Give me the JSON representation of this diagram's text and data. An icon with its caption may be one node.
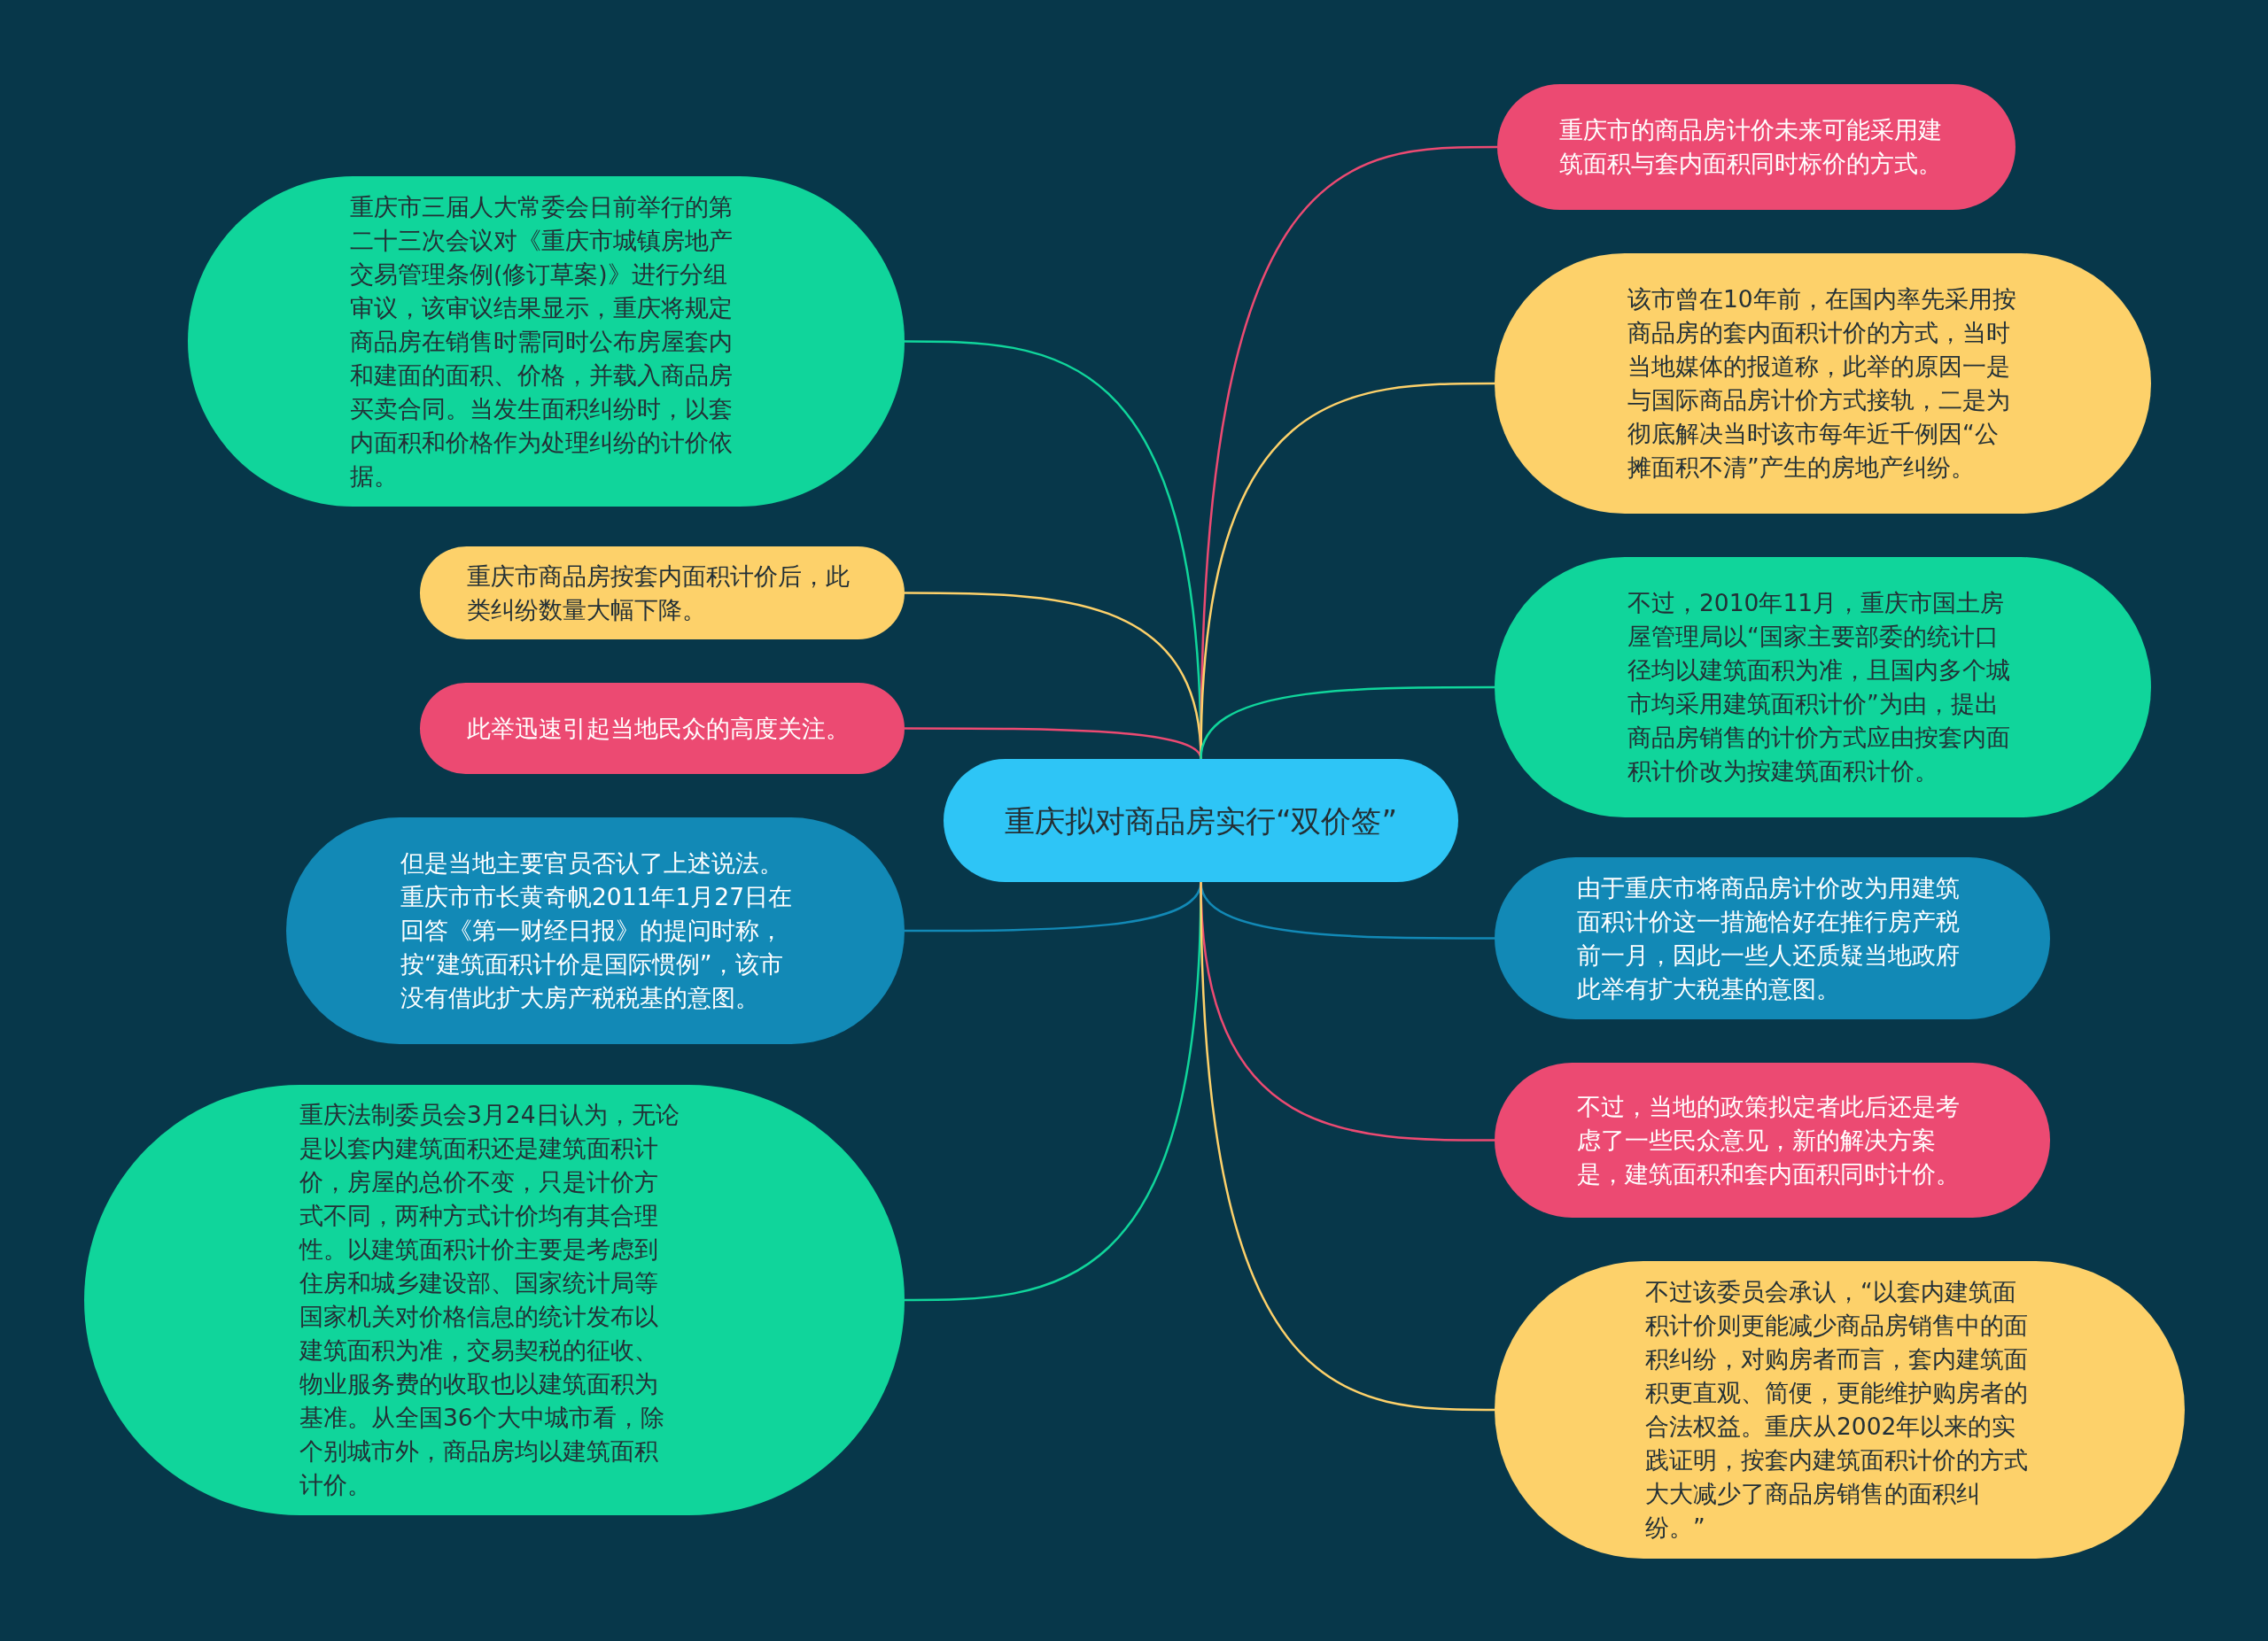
{
  "diagram": {
    "nodes": [
      {
        "text": [
          "重庆拟对商品房实行“双价签”"
        ]
      },
      {
        "text": [
          "重庆市三届人大常委会日前举行的第二十三次会议对《重庆市城镇房地产交易管理条例(修订草案)》进行分组审议，该审议结果显示，重庆将规定商品房在销售时需同时公布房屋套内和建面的面积、价格，并载入商品房买卖合同。当发生面积纠纷时，以套内面积和价格作为处理纠纷的计价依据。"
        ]
      },
      {
        "text": [
          "重庆市商品房按套内面积计价后，此类纠纷数量大幅下降。"
        ]
      },
      {
        "text": [
          "此举迅速引起当地民众的高度关注。"
        ]
      },
      {
        "text": [
          "但是当地主要官员否认了上述说法。重庆市市长黄奇帆2011年1月27日在回答《第一财经日报》的提问时称，按“建筑面积计价是国际惯例”，该市没有借此扩大房产税税基的意图。"
        ]
      },
      {
        "text": [
          "重庆法制委员会3月24日认为，无论是以套内建筑面积还是建筑面积计价，房屋的总价不变，只是计价方式不同，两种方式计价均有其合理性。以建筑面积计价主要是考虑到住房和城乡建设部、国家统计局等国家机关对价格信息的统计发布以建筑面积为准，交易契税的征收、物业服务费的收取也以建筑面积为基准。从全国36个大中城市看，除个别城市外，商品房均以建筑面积计价。"
        ]
      },
      {
        "text": [
          "重庆市的商品房计价未来可能采用建筑面积与套内面积同时标价的方式。"
        ]
      },
      {
        "text": [
          "该市曾在10年前，在国内率先采用按商品房的套内面积计价的方式，当时当地媒体的报道称，此举的原因一是与国际商品房计价方式接轨，二是为彻底解决当时该市每年近千例因“公摊面积不清”产生的房地产纠纷。"
        ]
      },
      {
        "text": [
          "不过，2010年11月，重庆市国土房屋管理局以“国家主要部委的统计口径均以建筑面积为准，且国内多个城市均采用建筑面积计价”为由，提出商品房销售的计价方式应由按套内面积计价改为按建筑面积计价。"
        ]
      },
      {
        "text": [
          "由于重庆市将商品房计价改为用建筑面积计价这一措施恰好在推行房产税前一月，因此一些人还质疑当地政府此举有扩大税基的意图。"
        ]
      },
      {
        "text": [
          "不过，当地的政策拟定者此后还是考虑了一些民众意见，新的解决方案是，建筑面积和套内面积同时计价。"
        ]
      },
      {
        "text": [
          "不过该委员会承认，“以套内建筑面积计价则更能减少商品房销售中的面积纠纷，对购房者而言，套内建筑面积更直观、简便，更能维护购房者的合法权益。重庆从2002年以来的实践证明，按套内建筑面积计价的方式大大减少了商品房销售的面积纠纷。”"
        ]
      }
    ],
    "edges": [
      {
        "from": 0,
        "to": 1,
        "arrow": "none",
        "color": "#10d59b"
      },
      {
        "from": 0,
        "to": 2,
        "arrow": "none",
        "color": "#fdd16a"
      },
      {
        "from": 0,
        "to": 3,
        "arrow": "none",
        "color": "#ec4a72"
      },
      {
        "from": 0,
        "to": 4,
        "arrow": "none",
        "color": "#1289b6"
      },
      {
        "from": 0,
        "to": 5,
        "arrow": "none",
        "color": "#10d59b"
      },
      {
        "from": 0,
        "to": 6,
        "arrow": "none",
        "color": "#ec4a72"
      },
      {
        "from": 0,
        "to": 7,
        "arrow": "none",
        "color": "#fdd16a"
      },
      {
        "from": 0,
        "to": 8,
        "arrow": "none",
        "color": "#10d59b"
      },
      {
        "from": 0,
        "to": 9,
        "arrow": "none",
        "color": "#1289b6"
      },
      {
        "from": 0,
        "to": 10,
        "arrow": "none",
        "color": "#ec4a72"
      },
      {
        "from": 0,
        "to": 11,
        "arrow": "none",
        "color": "#fdd16a"
      }
    ]
  }
}
